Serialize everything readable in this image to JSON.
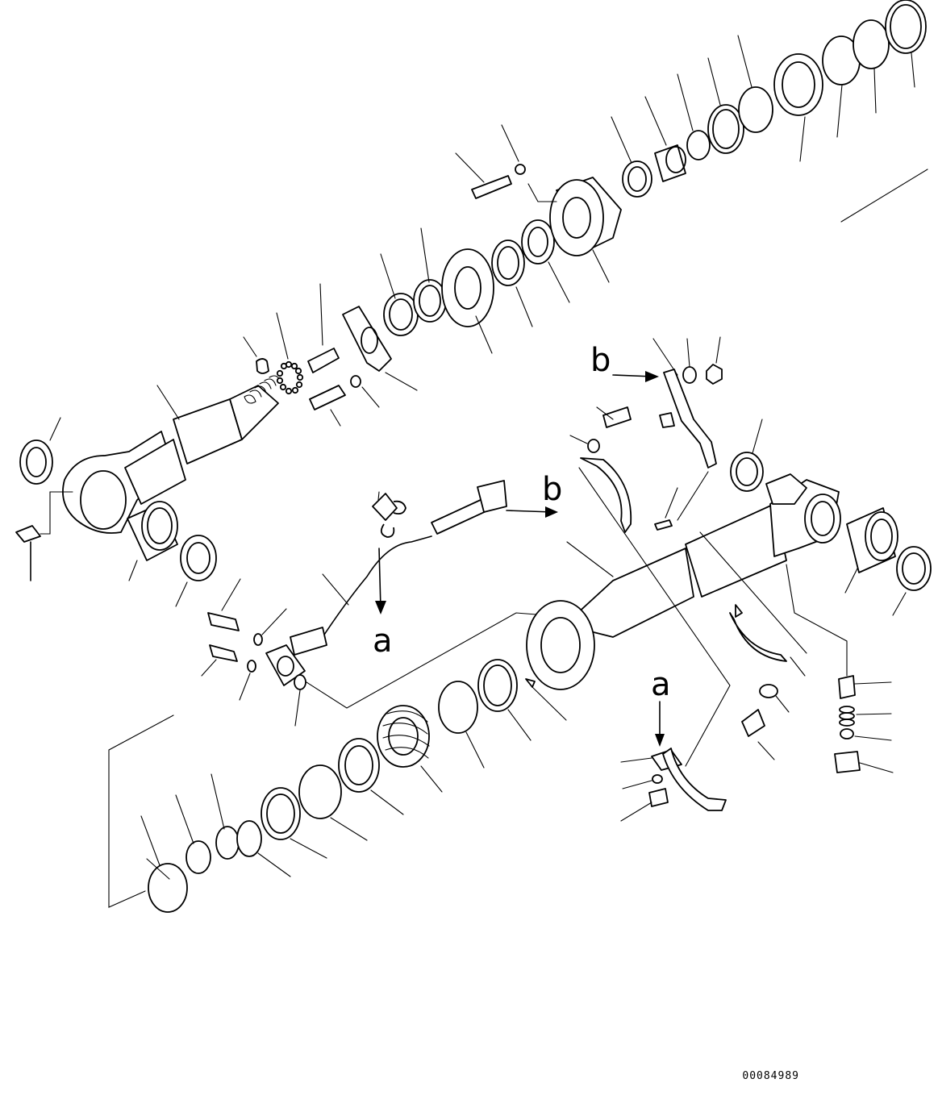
{
  "diagram": {
    "reference_letters": {
      "a_top": "a",
      "a_bottom": "a",
      "b_top": "b",
      "b_right": "b"
    },
    "drawing_number": "00084989"
  }
}
